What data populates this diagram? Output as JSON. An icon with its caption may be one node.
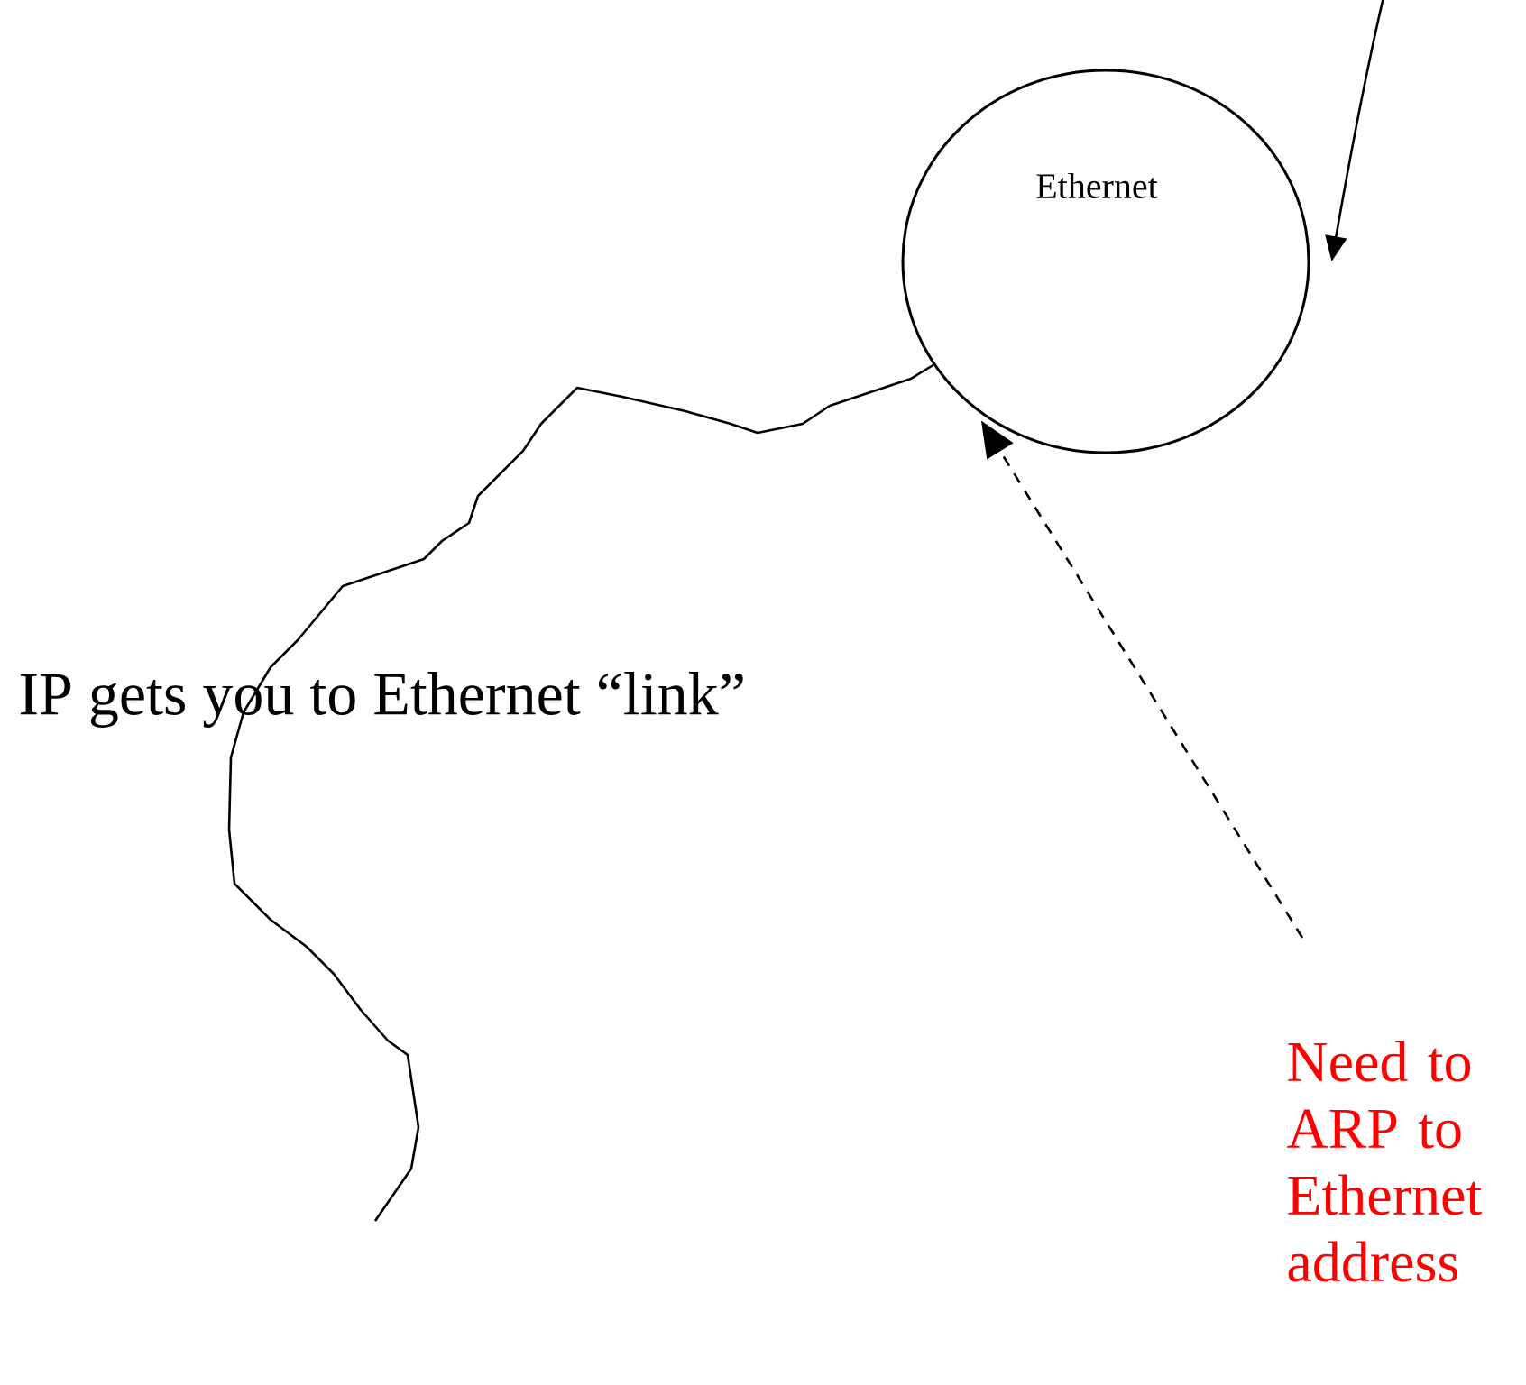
{
  "diagram": {
    "nodes": [
      {
        "text": [
          "Ethernet"
        ]
      },
      {
        "text": [
          "Need to ARP to Ethernet address"
        ]
      }
    ],
    "edges": [
      {
        "from": null,
        "to": 0,
        "arrow": "none"
      },
      {
        "from": null,
        "to": 0,
        "arrow": "to"
      },
      {
        "from": 1,
        "to": 0,
        "arrow": "to",
        "style": "dashed"
      }
    ],
    "labels": [
      "IP gets you to Ethernet “link”"
    ]
  }
}
